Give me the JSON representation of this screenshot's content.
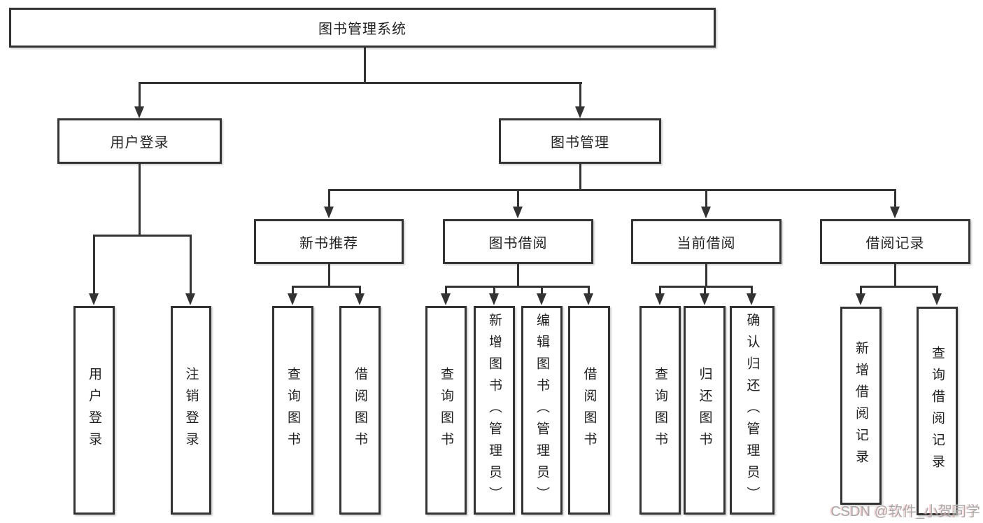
{
  "nodes": {
    "root": "图书管理系统",
    "level2": [
      "用户登录",
      "图书管理"
    ],
    "level3": [
      "新书推荐",
      "图书借阅",
      "当前借阅",
      "借阅记录"
    ],
    "leaf_groups": [
      {
        "parent": "用户登录",
        "items": [
          "用户登录",
          "注销登录"
        ]
      },
      {
        "parent": "新书推荐",
        "items": [
          "查询图书",
          "借阅图书"
        ]
      },
      {
        "parent": "图书借阅",
        "items": [
          "查询图书",
          "新增图书（管理员）",
          "编辑图书（管理员）",
          "借阅图书"
        ]
      },
      {
        "parent": "当前借阅",
        "items": [
          "查询图书",
          "归还图书",
          "确认归还（管理员）"
        ]
      },
      {
        "parent": "借阅记录",
        "items": [
          "新增借阅记录",
          "查询借阅记录"
        ]
      }
    ]
  },
  "watermark": "CSDN @软件_小贺同学",
  "colors": {
    "line": "#333333",
    "text": "#1f1f1f",
    "box_background": "#ffffff",
    "watermark": "#a6a6a6"
  }
}
